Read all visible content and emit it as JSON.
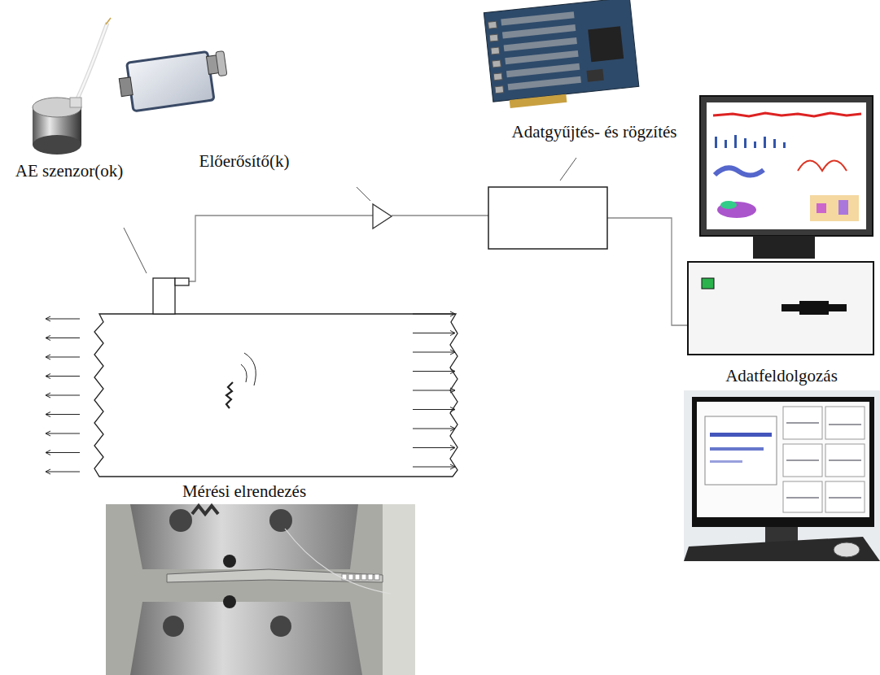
{
  "diagram": {
    "labels": [
      "AE szenzor(ok)",
      "Előerősítő(k)",
      "Adatgyűjtés- és rögzítés",
      "Adatfeldolgozás",
      "Mérési elrendezés"
    ]
  }
}
